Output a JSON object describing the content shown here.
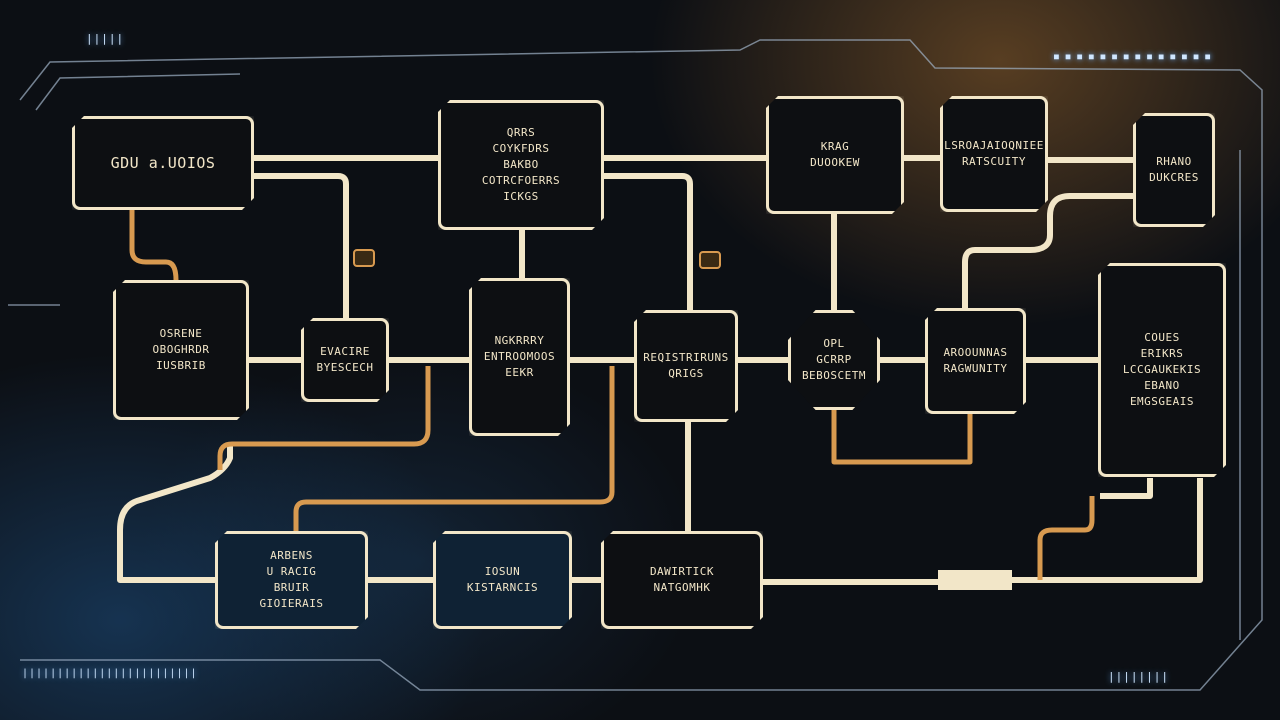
{
  "colors": {
    "line": "#f2e6c8",
    "accent": "#d89a50",
    "glow": "#6ab0ff"
  },
  "nodes": [
    {
      "lines": [
        "GDU a.UOIOS"
      ]
    },
    {
      "lines": [
        "QRRS",
        "COYKFDRS",
        "BAKBO",
        "COTRCFOERRS",
        "ICKGS"
      ]
    },
    {
      "lines": [
        "KRAG",
        "DUOOKEW"
      ]
    },
    {
      "lines": [
        "LSROAJAIOQNIEE",
        "RATSCUITY"
      ]
    },
    {
      "lines": [
        "RHANO",
        "DUKCRES"
      ]
    },
    {
      "lines": [
        "OSRENE",
        "OBOGHRDR",
        "IUSBRIB"
      ]
    },
    {
      "lines": [
        "EVACIRE",
        "BYESCECH"
      ]
    },
    {
      "lines": [
        "NGKRRRY",
        "ENTROOMOOS",
        "EEKR"
      ]
    },
    {
      "lines": [
        "REQISTRIRUNS",
        "QRIGS"
      ]
    },
    {
      "lines": [
        "OPL",
        "GCRRP",
        "BEBOSCETM"
      ]
    },
    {
      "lines": [
        "AROOUNNAS",
        "RAGWUNITY"
      ]
    },
    {
      "lines": [
        "COUES",
        "ERIKRS",
        "LCCGAUKEKIS",
        "EBANO",
        "EMGSGEAIS"
      ]
    },
    {
      "lines": [
        "ARBENS",
        "U RACIG",
        "BRUIR",
        "GIOIERAIS"
      ]
    },
    {
      "lines": [
        "IOSUN",
        "KISTARNCIS"
      ]
    },
    {
      "lines": [
        "DAWIRTICK",
        "NATGOMHK"
      ]
    }
  ],
  "decor": {
    "ticks_top_left": "|||||",
    "ticks_top_right": "■ ■ ■ ■ ■ ■ ■ ■ ■ ■ ■ ■ ■ ■",
    "ticks_bottom_left": "|||||||||||||||||||||||||",
    "ticks_bottom_right": "||||||||"
  }
}
